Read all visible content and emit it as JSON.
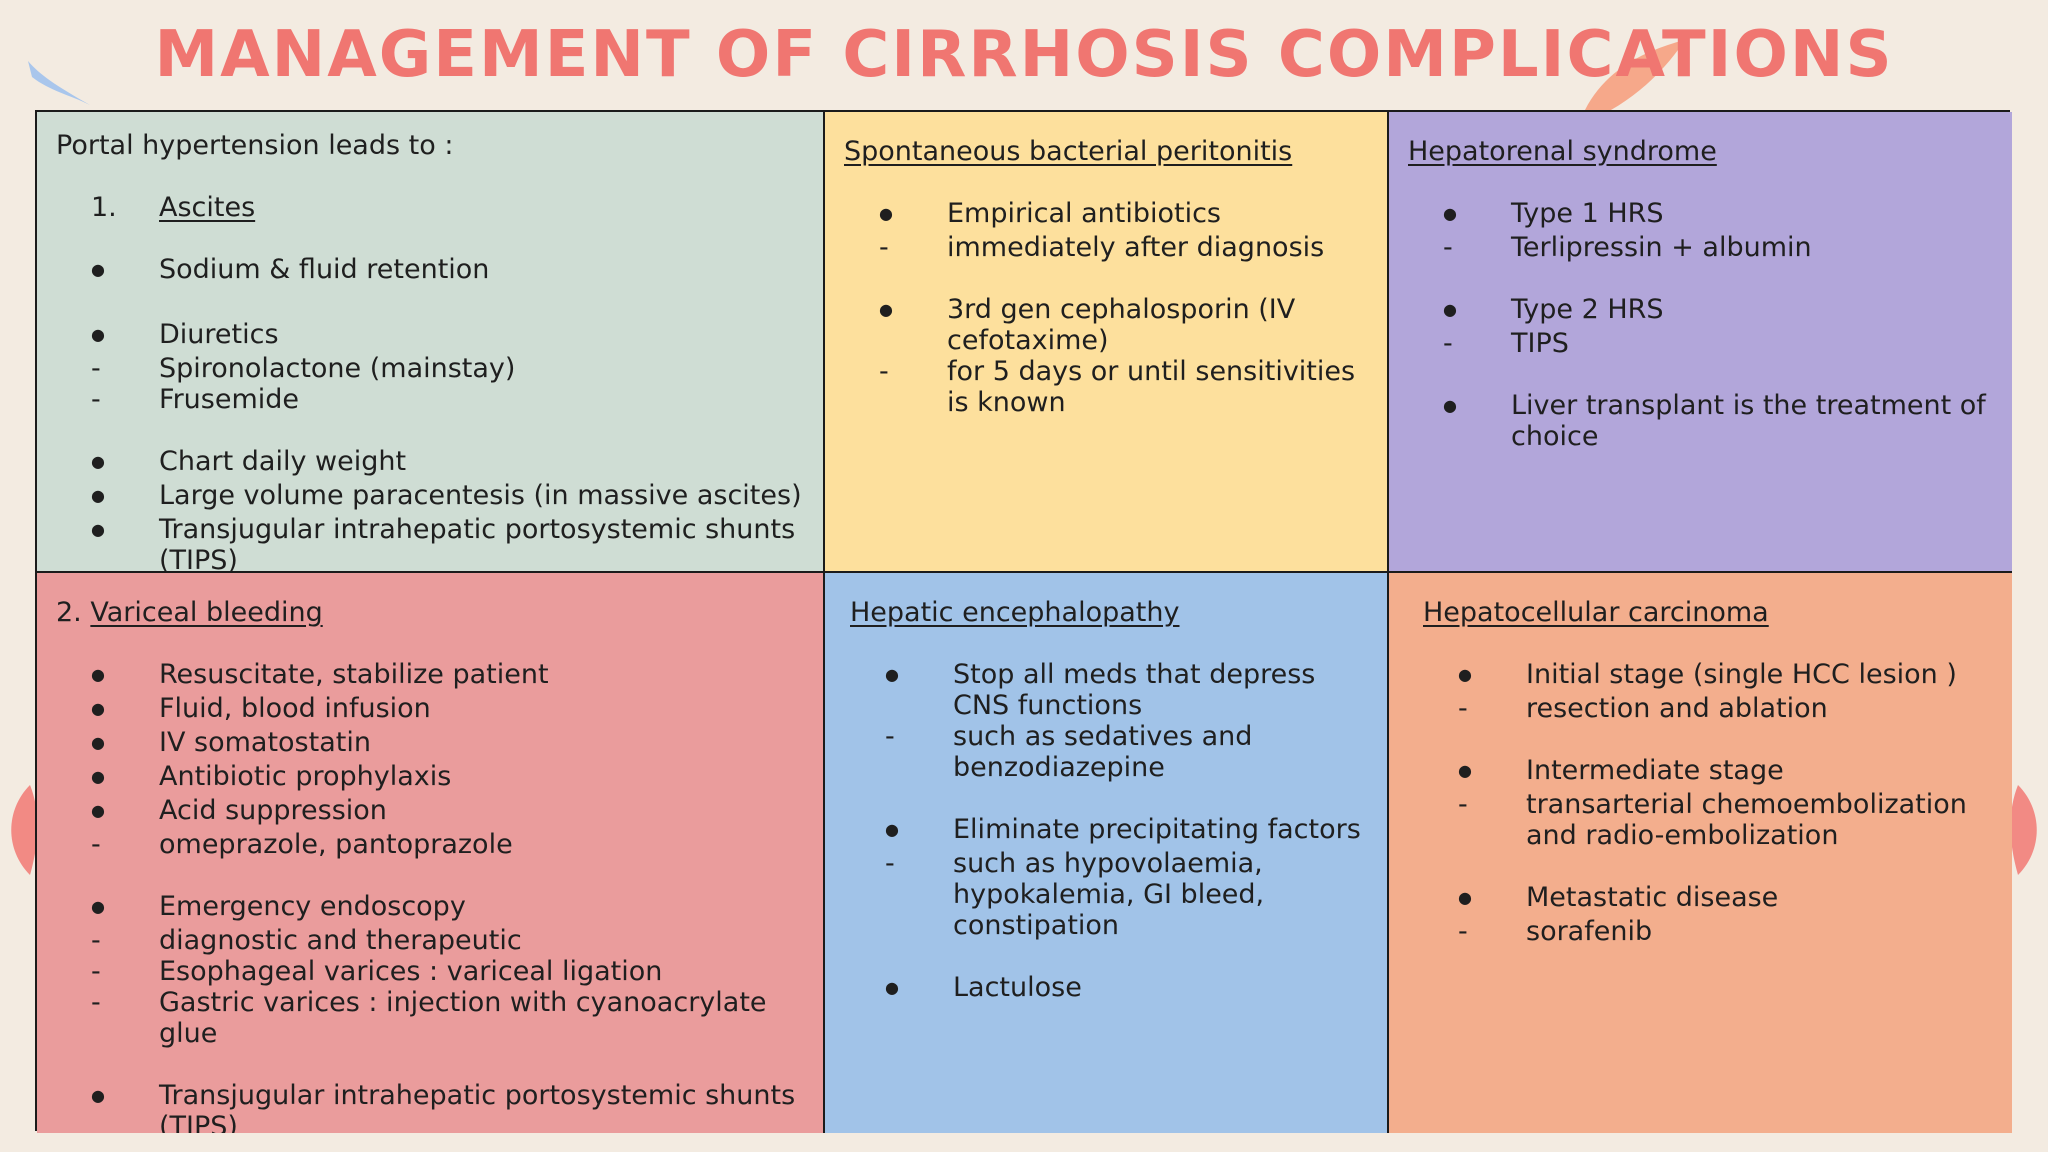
{
  "title": "MANAGEMENT OF CIRRHOSIS COMPLICATIONS",
  "colors": {
    "title": "#f07671",
    "portal": "#cfddd4",
    "sbp": "#fde09d",
    "hrs": "#b2a6da",
    "variceal": "#ea9c9c",
    "he": "#a1c3e8",
    "hcc": "#f3ae8d"
  },
  "portal": {
    "lead": "Portal hypertension leads to :",
    "number": "1.",
    "heading": "Ascites",
    "items": [
      {
        "m": "dot",
        "t": "Sodium & fluid retention"
      },
      {
        "m": "gap"
      },
      {
        "m": "dot",
        "t": "Diuretics"
      },
      {
        "m": "dash",
        "t": "Spironolactone (mainstay)"
      },
      {
        "m": "dash",
        "t": "Frusemide"
      },
      {
        "m": "gap"
      },
      {
        "m": "dot",
        "t": "Chart daily weight"
      },
      {
        "m": "dot",
        "t": "Large volume paracentesis (in massive ascites)"
      },
      {
        "m": "dot",
        "t": "Transjugular intrahepatic portosystemic shunts (TIPS)"
      }
    ]
  },
  "sbp": {
    "heading": "Spontaneous bacterial peritonitis",
    "items": [
      {
        "m": "dot",
        "t": "Empirical antibiotics"
      },
      {
        "m": "dash",
        "t": "immediately after diagnosis"
      },
      {
        "m": "gap"
      },
      {
        "m": "dot",
        "t": "3rd gen cephalosporin (IV cefotaxime)"
      },
      {
        "m": "dash",
        "t": "for 5 days or until sensitivities is known"
      }
    ]
  },
  "hrs": {
    "heading": "Hepatorenal syndrome",
    "items": [
      {
        "m": "dot",
        "t": "Type 1 HRS"
      },
      {
        "m": "dash",
        "t": "Terlipressin + albumin"
      },
      {
        "m": "gap"
      },
      {
        "m": "dot",
        "t": "Type 2 HRS"
      },
      {
        "m": "dash",
        "t": "TIPS"
      },
      {
        "m": "gap"
      },
      {
        "m": "dot",
        "t": "Liver transplant is the treatment of choice"
      }
    ]
  },
  "variceal": {
    "number": "2.",
    "heading": "Variceal bleeding",
    "items": [
      {
        "m": "dot",
        "t": "Resuscitate, stabilize patient"
      },
      {
        "m": "dot",
        "t": "Fluid, blood infusion"
      },
      {
        "m": "dot",
        "t": "IV somatostatin"
      },
      {
        "m": "dot",
        "t": "Antibiotic prophylaxis"
      },
      {
        "m": "dot",
        "t": "Acid suppression"
      },
      {
        "m": "dash",
        "t": "omeprazole, pantoprazole"
      },
      {
        "m": "gap"
      },
      {
        "m": "dot",
        "t": "Emergency endoscopy"
      },
      {
        "m": "dash",
        "t": "diagnostic and therapeutic"
      },
      {
        "m": "dash",
        "t": "Esophageal varices : variceal ligation"
      },
      {
        "m": "dash",
        "t": "Gastric varices : injection with cyanoacrylate glue"
      },
      {
        "m": "gap"
      },
      {
        "m": "dot",
        "t": " Transjugular intrahepatic portosystemic shunts (TIPS)"
      }
    ]
  },
  "he": {
    "heading": "Hepatic encephalopathy",
    "items": [
      {
        "m": "dot",
        "t": "Stop all meds that depress CNS functions"
      },
      {
        "m": "dash",
        "t": "such as sedatives and benzodiazepine"
      },
      {
        "m": "gap"
      },
      {
        "m": "dot",
        "t": "Eliminate precipitating factors"
      },
      {
        "m": "dash",
        "t": "such as hypovolaemia, hypokalemia, GI bleed, constipation"
      },
      {
        "m": "gap"
      },
      {
        "m": "dot",
        "t": "Lactulose"
      }
    ]
  },
  "hcc": {
    "heading": "Hepatocellular carcinoma",
    "items": [
      {
        "m": "dot",
        "t": "Initial stage (single HCC lesion )"
      },
      {
        "m": "dash",
        "t": "resection and ablation"
      },
      {
        "m": "gap"
      },
      {
        "m": "dot",
        "t": "Intermediate stage"
      },
      {
        "m": "dash",
        "t": "transarterial chemoembolization and radio-embolization"
      },
      {
        "m": "gap"
      },
      {
        "m": "dot",
        "t": "Metastatic disease"
      },
      {
        "m": "dash",
        "t": "sorafenib"
      }
    ]
  }
}
